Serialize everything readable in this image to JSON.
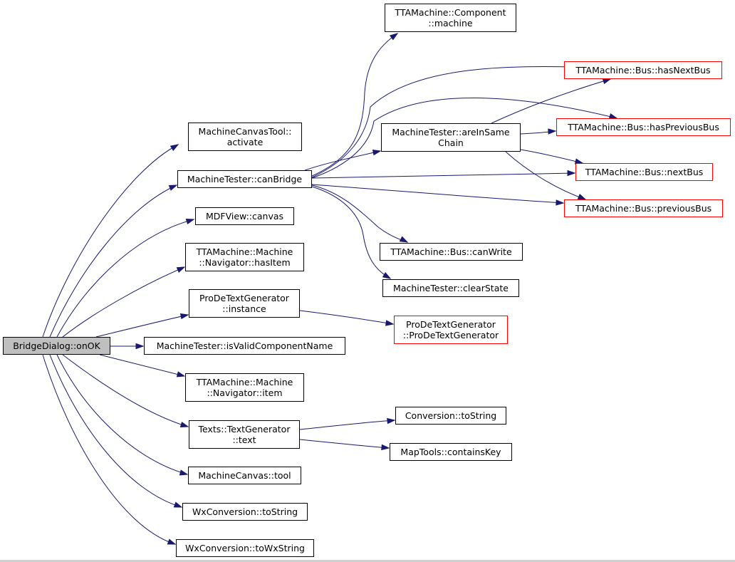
{
  "colors": {
    "edge": "#191970",
    "node_border": "#000000",
    "external_border": "#ff0000",
    "root_fill": "#bfbfbf"
  },
  "nodes": {
    "root": {
      "lines": [
        "BridgeDialog::onOK"
      ]
    },
    "component_machine": {
      "lines": [
        "TTAMachine::Component",
        "::machine"
      ]
    },
    "has_next_bus": {
      "lines": [
        "TTAMachine::Bus::hasNextBus"
      ]
    },
    "canvas_tool_activate": {
      "lines": [
        "MachineCanvasTool::",
        "activate"
      ]
    },
    "are_in_same_chain": {
      "lines": [
        "MachineTester::areInSame",
        "Chain"
      ]
    },
    "has_previous_bus": {
      "lines": [
        "TTAMachine::Bus::hasPreviousBus"
      ]
    },
    "can_bridge": {
      "lines": [
        "MachineTester::canBridge"
      ]
    },
    "next_bus": {
      "lines": [
        "TTAMachine::Bus::nextBus"
      ]
    },
    "previous_bus": {
      "lines": [
        "TTAMachine::Bus::previousBus"
      ]
    },
    "mdfview_canvas": {
      "lines": [
        "MDFView::canvas"
      ]
    },
    "bus_can_write": {
      "lines": [
        "TTAMachine::Bus::canWrite"
      ]
    },
    "navigator_has_item": {
      "lines": [
        "TTAMachine::Machine",
        "::Navigator::hasItem"
      ]
    },
    "clear_state": {
      "lines": [
        "MachineTester::clearState"
      ]
    },
    "prode_instance": {
      "lines": [
        "ProDeTextGenerator",
        "::instance"
      ]
    },
    "prode_ctor": {
      "lines": [
        "ProDeTextGenerator",
        "::ProDeTextGenerator"
      ]
    },
    "is_valid_component_name": {
      "lines": [
        "MachineTester::isValidComponentName"
      ]
    },
    "navigator_item": {
      "lines": [
        "TTAMachine::Machine",
        "::Navigator::item"
      ]
    },
    "conversion_to_string": {
      "lines": [
        "Conversion::toString"
      ]
    },
    "text_generator_text": {
      "lines": [
        "Texts::TextGenerator",
        "::text"
      ]
    },
    "map_tools_contains_key": {
      "lines": [
        "MapTools::containsKey"
      ]
    },
    "machine_canvas_tool": {
      "lines": [
        "MachineCanvas::tool"
      ]
    },
    "wx_to_string": {
      "lines": [
        "WxConversion::toString"
      ]
    },
    "wx_to_wx_string": {
      "lines": [
        "WxConversion::toWxString"
      ]
    }
  }
}
